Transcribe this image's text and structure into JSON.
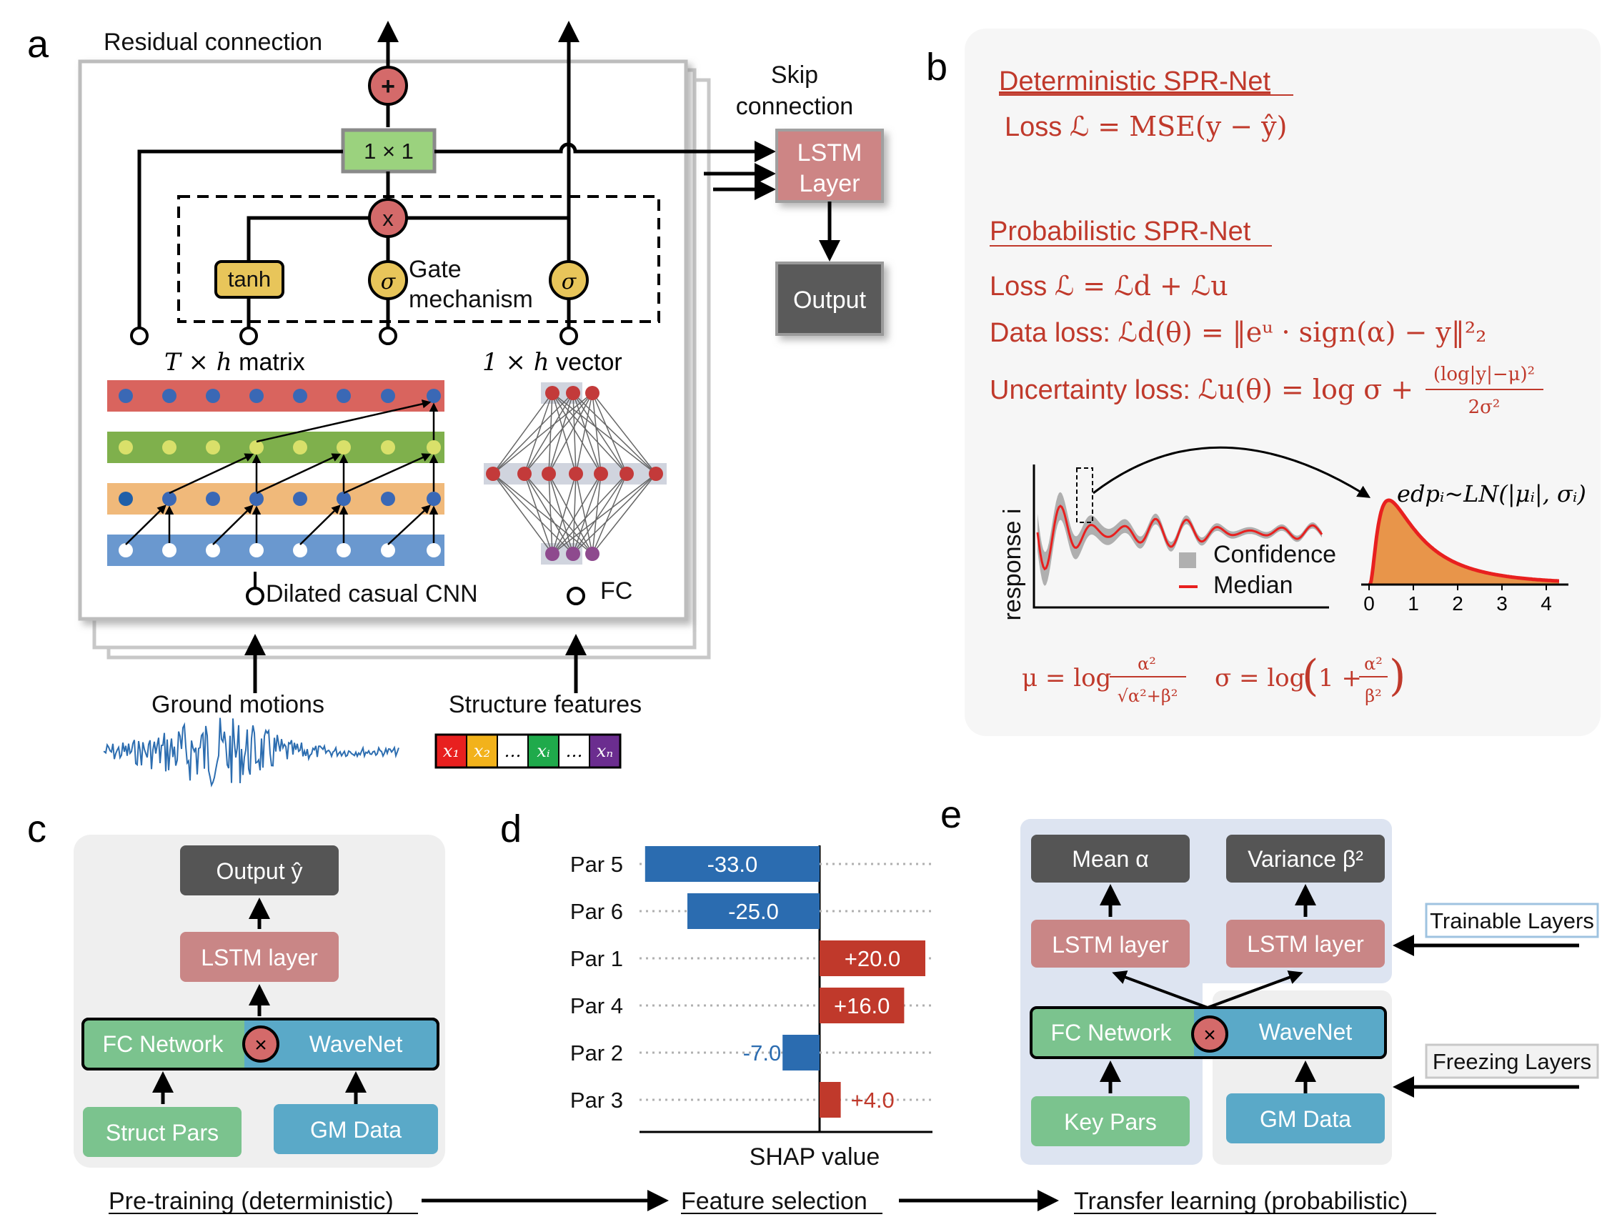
{
  "panels": {
    "a": "a",
    "b": "b",
    "c": "c",
    "d": "d",
    "e": "e"
  },
  "panel_a": {
    "residual_connection": "Residual connection",
    "plus_symbol": "+",
    "conv_1x1": "1 × 1",
    "mult_symbol": "x",
    "tanh": "tanh",
    "sigma": "σ",
    "gate_line1": "Gate",
    "gate_line2": "mechanism",
    "skip_line1": "Skip",
    "skip_line2": "connection",
    "lstm_line1": "LSTM",
    "lstm_line2": "Layer",
    "output": "Output",
    "matrix_label_math": "T × h",
    "matrix_label_text": " matrix",
    "vector_label_math": "1 × h",
    "vector_label_text": " vector",
    "dilated_cnn": "Dilated casual CNN",
    "fc": "FC",
    "ground_motions": "Ground motions",
    "structure_features": "Structure features",
    "feature_cells": [
      "x₁",
      "x₂",
      "…",
      "xᵢ",
      "…",
      "xₙ"
    ],
    "feature_colors": [
      "#e8201f",
      "#f2b21b",
      "#ffffff",
      "#1faa4b",
      "#ffffff",
      "#6b2d8f"
    ]
  },
  "panel_b": {
    "det_title": "Deterministic SPR-Net",
    "det_loss_prefix": "Loss ",
    "det_loss_math": "ℒ = MSE(y − ŷ)",
    "prob_title": "Probabilistic SPR-Net",
    "loss_prefix": "Loss ",
    "loss_math": "ℒ =  ℒd + ℒu",
    "data_loss_prefix": "Data loss: ",
    "data_loss_math": "ℒd(θ) = ‖eᵘ · sign(α) − y‖²₂",
    "unc_loss_prefix": "Uncertainty loss: ",
    "unc_loss_math": "ℒu(θ) = log σ +",
    "unc_frac_num": "(log|y|−μ)²",
    "unc_frac_den": "2σ²",
    "ylabel": "response i",
    "legend_confidence": "Confidence",
    "legend_median": "Median",
    "dist_label": "edpᵢ~LN(|μᵢ|, σᵢ)",
    "dist_ticks": [
      "0",
      "1",
      "2",
      "3",
      "4"
    ],
    "mu_formula_lhs": "μ = log",
    "mu_frac_num": "α²",
    "mu_frac_den": "√α²+β²",
    "sigma_formula_lhs": "σ = log",
    "sigma_formula_rest": "1 +",
    "sigma_frac_num": "α²",
    "sigma_frac_den": "β²"
  },
  "panel_c": {
    "output": "Output ŷ",
    "lstm": "LSTM layer",
    "fc_network": "FC Network",
    "wavenet": "WaveNet",
    "struct_pars": "Struct Pars",
    "gm_data": "GM Data",
    "mult_symbol": "×"
  },
  "chart_data": {
    "type": "bar",
    "orientation": "horizontal",
    "categories": [
      "Par 5",
      "Par 6",
      "Par 1",
      "Par 4",
      "Par 2",
      "Par 3"
    ],
    "values": [
      -33.0,
      -25.0,
      20.0,
      16.0,
      -7.0,
      4.0
    ],
    "value_labels": [
      "-33.0",
      "-25.0",
      "+20.0",
      "+16.0",
      "-7.0",
      "+4.0"
    ],
    "xlabel": "SHAP value",
    "colors": {
      "negative": "#2b6cb0",
      "positive": "#c0392b"
    }
  },
  "panel_e": {
    "mean": "Mean α",
    "variance": "Variance β²",
    "lstm_left": "LSTM layer",
    "lstm_right": "LSTM layer",
    "fc_network": "FC Network",
    "wavenet": "WaveNet",
    "key_pars": "Key Pars",
    "gm_data": "GM Data",
    "trainable": "Trainable Layers",
    "freezing": "Freezing Layers",
    "mult_symbol": "×"
  },
  "flow": {
    "pretraining": "Pre-training (deterministic)",
    "feature_selection": "Feature selection",
    "transfer": "Transfer learning (probabilistic)"
  }
}
